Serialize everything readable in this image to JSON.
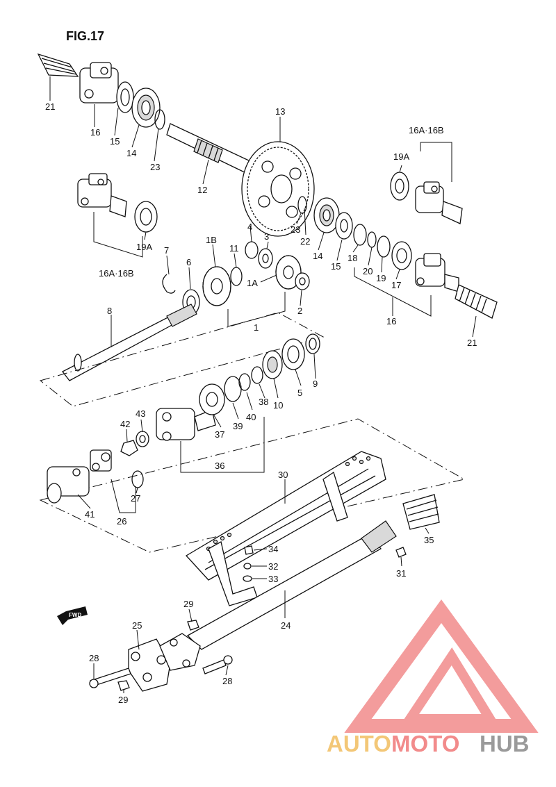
{
  "figure": {
    "title": "FIG.17"
  },
  "callouts": {
    "c1": "1",
    "c1a": "1A",
    "c1b": "1B",
    "c2": "2",
    "c3": "3",
    "c4": "4",
    "c5": "5",
    "c6": "6",
    "c7": "7",
    "c8": "8",
    "c9": "9",
    "c10": "10",
    "c11": "11",
    "c12": "12",
    "c13": "13",
    "c14a": "14",
    "c14b": "14",
    "c15a": "15",
    "c15b": "15",
    "c16a": "16",
    "c16b": "16",
    "c17": "17",
    "c18": "18",
    "c19": "19",
    "c19a_top": "19A",
    "c19a_left": "19A",
    "c16a16b_top": "16A·16B",
    "c16a16b_left": "16A·16B",
    "c20": "20",
    "c21a": "21",
    "c21b": "21",
    "c22": "22",
    "c23a": "23",
    "c23b": "23",
    "c24": "24",
    "c25": "25",
    "c26": "26",
    "c27": "27",
    "c28a": "28",
    "c28b": "28",
    "c29a": "29",
    "c29b": "29",
    "c30": "30",
    "c31": "31",
    "c32": "32",
    "c33": "33",
    "c34": "34",
    "c35": "35",
    "c36": "36",
    "c37": "37",
    "c38": "38",
    "c39": "39",
    "c40": "40",
    "c41": "41",
    "c42": "42",
    "c43": "43"
  },
  "direction_arrow": {
    "label": "FWD"
  },
  "watermark": {
    "part1": "AUTO",
    "part2": "MOTO",
    "part3": "HUB",
    "logo_color": "#f28b8b"
  }
}
